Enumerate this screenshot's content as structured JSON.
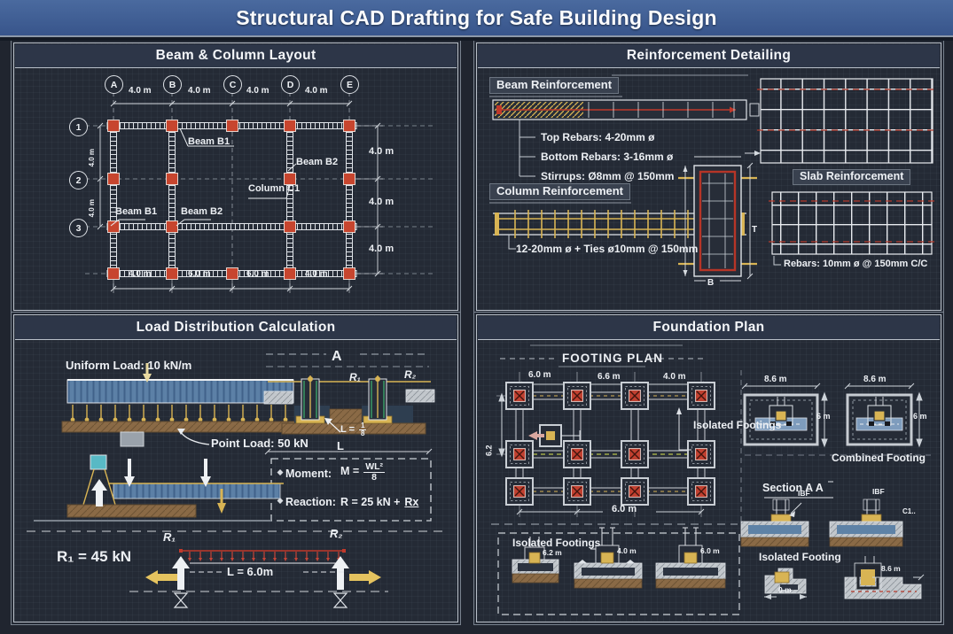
{
  "banner": {
    "title": "Structural CAD Drafting for Safe Building Design"
  },
  "beam_layout": {
    "title": "Beam & Column Layout",
    "grid_letters": [
      "A",
      "B",
      "C",
      "D",
      "E"
    ],
    "row_numbers": [
      "1",
      "2",
      "3"
    ],
    "top_dims": [
      "4.0 m",
      "4.0 m",
      "4.0 m",
      "4.0 m"
    ],
    "bottom_dims": [
      "4.0 m",
      "6.0 m",
      "6.0 m",
      "4.0 m"
    ],
    "right_dims": [
      "4.0 m",
      "4.0 m",
      "4.0 m"
    ],
    "left_dims": [
      "4.0 m",
      "4.0 m"
    ],
    "beam_b1_top": "Beam B1",
    "beam_b2_top": "Beam B2",
    "column_c1": "Column C1",
    "beam_b1_mid": "Beam B1",
    "beam_b2_mid": "Beam B2"
  },
  "reinforcement": {
    "title": "Reinforcement Detailing",
    "beam_heading": "Beam Reinforcement",
    "beam_notes": [
      "Top Rebars: 4-20mm ø",
      "Bottom Rebars: 3-16mm ø",
      "Stirrups: Ø8mm @ 150mm"
    ],
    "column_heading": "Column Reinforcement",
    "column_note": "12-20mm ø + Ties ø10mm @ 150mm",
    "slab_heading": "Slab Reinforcement",
    "slab_note": "Rebars: 10mm ø @ 150mm C/C",
    "dim_b": "B",
    "dim_t": "T"
  },
  "load_calc": {
    "title": "Load Distribution Calculation",
    "uniform_load": "Uniform Load: 10 kN/m",
    "point_load": "Point Load: 50 kN",
    "section_a": "A",
    "r1": "R₁",
    "r2": "R₂",
    "l_eq_lhs": "L =",
    "l_eq_num": "1",
    "l_eq_den": "8",
    "span_letter": "L",
    "moment_label": "Moment:",
    "moment_lhs": "M =",
    "moment_num": "WL²",
    "moment_den": "8",
    "reaction_label": "Reaction:",
    "reaction_lhs": "R = 25 kN +",
    "reaction_rx": "Rx",
    "r1_value": "R₁ = 45 kN",
    "span_dim": "L = 6.0m"
  },
  "foundation": {
    "title": "Foundation Plan",
    "plan_title": "FOOTING PLAN",
    "top_dims": [
      "6.0 m",
      "6.6 m",
      "4.0 m"
    ],
    "left_dim": "6.2",
    "bottom_dim": "6.0 m",
    "isolated_footings": "Isolated Footings",
    "combined_dims": [
      "8.6 m",
      "8.6 m"
    ],
    "combined_heights": [
      "6 m",
      "6 m"
    ],
    "combined_label": "Combined Footing",
    "section_aa": "Section A A",
    "tag_ibf1": "IBF",
    "tag_ibf2": "IBF",
    "tag_c1": "C1..",
    "isolated_footing": "Isolated Footing",
    "mini_dim1": "0 m",
    "mini_dim2": "8.6 m",
    "strip_label": "Isolated Footings",
    "strip_dims": [
      "6.2 m",
      "4.0 m",
      "6.0 m"
    ]
  }
}
